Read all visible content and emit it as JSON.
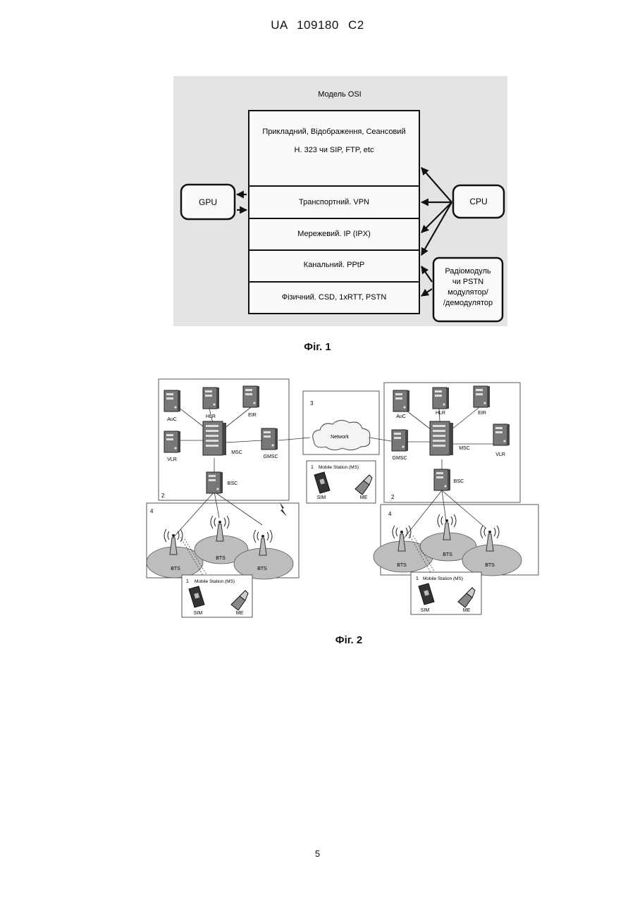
{
  "header": {
    "code": "UA   109180   C2"
  },
  "fig1": {
    "title": "Модель OSI",
    "layers": {
      "app_line1": "Прикладний, Відображення, Сеансовий",
      "app_line2": "H. 323 чи SIP, FTP, etc",
      "transport": "Транспортний. VPN",
      "network": "Мережевий. IP (IPX)",
      "datalink": "Канальний. PPtP",
      "physical": "Фізичний. CSD, 1xRTT, PSTN"
    },
    "gpu": "GPU",
    "cpu": "CPU",
    "radio": [
      "Радіомодуль",
      "чи PSTN",
      "модулятор/",
      "/демодулятор"
    ],
    "caption": "Фіг. 1"
  },
  "fig2": {
    "left": {
      "auc": "AuC",
      "hlr": "HLR",
      "eir": "EIR",
      "vlr": "VLR",
      "msc": "MSC",
      "gmsc": "GMSC",
      "bsc": "BSC",
      "num_core": "2",
      "num_bts": "4",
      "bts": [
        "BTS",
        "BTS",
        "BTS"
      ],
      "ms_num": "1",
      "ms_title": "Mobile Station (MS)",
      "sim": "SIM",
      "me": "ME"
    },
    "middle": {
      "num": "3",
      "network": "Network",
      "ms_num": "1",
      "ms_title": "Mobile Station (MS)",
      "sim": "SIM",
      "me": "ME"
    },
    "right": {
      "auc": "AuC",
      "hlr": "HLR",
      "eir": "EIR",
      "vlr": "VLR",
      "msc": "MSC",
      "gmsc": "GMSC",
      "bsc": "BSC",
      "num_core": "2",
      "num_bts": "4",
      "bts": [
        "BTS",
        "BTS",
        "BTS"
      ],
      "ms_num": "1",
      "ms_title": "Mobile Station (MS)",
      "sim": "SIM",
      "me": "ME"
    },
    "caption": "Фіг. 2"
  },
  "page_number": "5"
}
